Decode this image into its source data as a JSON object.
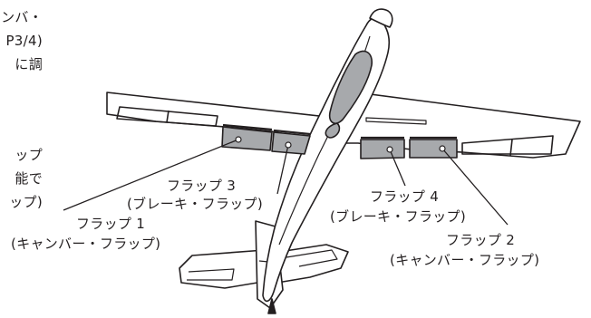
{
  "side_text": {
    "line_1": "ンバ・",
    "line_2": "P3/4)",
    "line_3": "に調",
    "line_4": "ップ",
    "line_5": "能で",
    "line_6": "ップ)"
  },
  "flaps": {
    "flap_1": {
      "name": "フラップ 1",
      "role": "(キャンバー・フラップ)"
    },
    "flap_2": {
      "name": "フラップ 2",
      "role": "(キャンバー・フラップ)"
    },
    "flap_3": {
      "name": "フラップ 3",
      "role": "(ブレーキ・フラップ)"
    },
    "flap_4": {
      "name": "フラップ 4",
      "role": "(ブレーキ・フラップ)"
    }
  },
  "colors": {
    "outline": "#231f20",
    "surface_fill": "#ffffff",
    "flap_fill": "#a7a9ac",
    "canopy_fill": "#a7a9ac"
  }
}
